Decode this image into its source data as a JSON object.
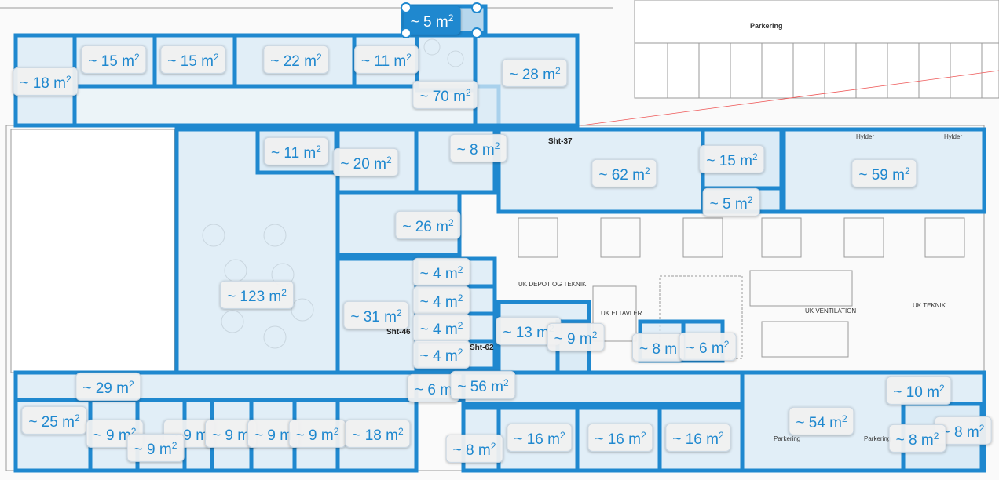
{
  "colors": {
    "room_outline": "#1f88cf",
    "room_fill": "#d8eaf6",
    "label_text": "#1f88cf",
    "selected_fill": "#1f88cf"
  },
  "selected_area": {
    "label": "~ 5 m",
    "unit_sup": "2"
  },
  "area_labels": [
    {
      "label": "~ 18 m",
      "sup": "2"
    },
    {
      "label": "~ 15 m",
      "sup": "2"
    },
    {
      "label": "~ 15 m",
      "sup": "2"
    },
    {
      "label": "~ 22 m",
      "sup": "2"
    },
    {
      "label": "~ 11 m",
      "sup": "2"
    },
    {
      "label": "~ 28 m",
      "sup": "2"
    },
    {
      "label": "~ 70 m",
      "sup": "2"
    },
    {
      "label": "~ 11 m",
      "sup": "2"
    },
    {
      "label": "~ 20 m",
      "sup": "2"
    },
    {
      "label": "~ 8 m",
      "sup": "2"
    },
    {
      "label": "~ 62 m",
      "sup": "2"
    },
    {
      "label": "~ 15 m",
      "sup": "2"
    },
    {
      "label": "~ 59 m",
      "sup": "2"
    },
    {
      "label": "~ 5 m",
      "sup": "2"
    },
    {
      "label": "~ 26 m",
      "sup": "2"
    },
    {
      "label": "~ 4 m",
      "sup": "2"
    },
    {
      "label": "~ 123 m",
      "sup": "2"
    },
    {
      "label": "~ 4 m",
      "sup": "2"
    },
    {
      "label": "~ 31 m",
      "sup": "2"
    },
    {
      "label": "~ 4 m",
      "sup": "2"
    },
    {
      "label": "~ 13 m",
      "sup": "2"
    },
    {
      "label": "~ 9 m",
      "sup": "2"
    },
    {
      "label": "~ 8 m",
      "sup": ""
    },
    {
      "label": "~ 6 m",
      "sup": "2"
    },
    {
      "label": "~ 4 m",
      "sup": "2"
    },
    {
      "label": "~ 29 m",
      "sup": "2"
    },
    {
      "label": "~ 6 m",
      "sup": ""
    },
    {
      "label": "~ 56 m",
      "sup": "2"
    },
    {
      "label": "~ 10 m",
      "sup": "2"
    },
    {
      "label": "~ 25 m",
      "sup": "2"
    },
    {
      "label": "~ 9 m",
      "sup": "2"
    },
    {
      "label": "~ 9 m",
      "sup": ""
    },
    {
      "label": "~ 9 m",
      "sup": ""
    },
    {
      "label": "~ 9 m",
      "sup": ""
    },
    {
      "label": "~ 9 m",
      "sup": "2"
    },
    {
      "label": "~ 18 m",
      "sup": "2"
    },
    {
      "label": "~ 9 m",
      "sup": "2"
    },
    {
      "label": "~ 16 m",
      "sup": "2"
    },
    {
      "label": "~ 16 m",
      "sup": "2"
    },
    {
      "label": "~ 16 m",
      "sup": "2"
    },
    {
      "label": "~ 54 m",
      "sup": "2"
    },
    {
      "label": "~ 8 m",
      "sup": "2"
    },
    {
      "label": "~ 8 m",
      "sup": "2"
    },
    {
      "label": "~ 8 m",
      "sup": "2"
    }
  ],
  "plan_texts": {
    "parkering_top": "Parkering",
    "sheet_37": "Sht-37",
    "sheet_46": "Sht-46",
    "sheet_62": "Sht-62",
    "depot_teknik": "UK DEPOT OG TEKNIK",
    "ventilation": "UK VENTILATION",
    "teknik": "UK TEKNIK",
    "eltavler": "UK ELTAVLER",
    "hylder_1": "Hylder",
    "hylder_2": "Hylder",
    "parkering_1": "Parkering",
    "parkering_2": "Parkering"
  }
}
